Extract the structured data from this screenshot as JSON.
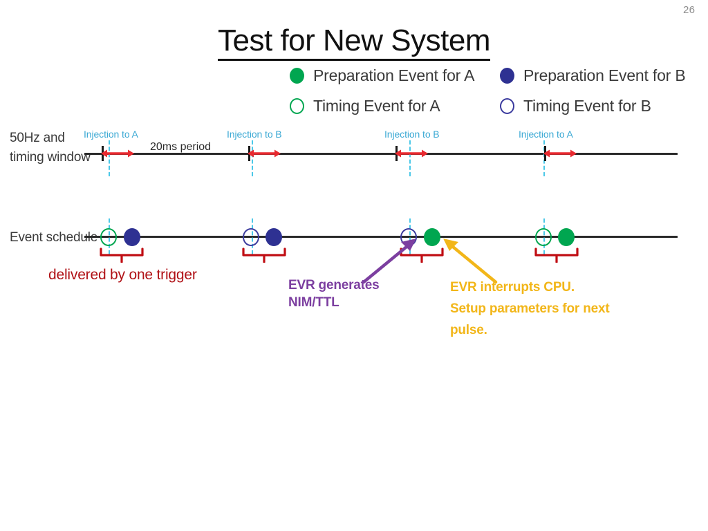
{
  "slide": {
    "number": "26",
    "title": "Test for New System"
  },
  "legend": {
    "items": [
      {
        "key": "prep-a",
        "label": "Preparation Event for A",
        "marker": "filled-circle",
        "color": "#00a650"
      },
      {
        "key": "prep-b",
        "label": "Preparation Event for B",
        "marker": "filled-circle",
        "color": "#2e3192"
      },
      {
        "key": "time-a",
        "label": "Timing Event for A",
        "marker": "open-circle",
        "color": "#00a650"
      },
      {
        "key": "time-b",
        "label": "Timing Event for B",
        "marker": "open-circle",
        "color": "#3b3b9e"
      }
    ]
  },
  "rows": {
    "top_label": "50Hz and\ntiming window",
    "top_label_line1": "50Hz and",
    "top_label_line2": "timing window",
    "bottom_label": "Event schedule"
  },
  "timeline": {
    "period_caption": "20ms period",
    "injections": [
      {
        "label": "Injection to A",
        "target": "A"
      },
      {
        "label": "Injection to B",
        "target": "B"
      },
      {
        "label": "Injection to B",
        "target": "B"
      },
      {
        "label": "Injection to A",
        "target": "A"
      }
    ]
  },
  "event_schedule": {
    "pairs": [
      {
        "timing_event": "Timing Event for A",
        "timing_color": "#00a650",
        "prep_event": "Preparation Event for B",
        "prep_color": "#2e3192"
      },
      {
        "timing_event": "Timing Event for B",
        "timing_color": "#3b3b9e",
        "prep_event": "Preparation Event for B",
        "prep_color": "#2e3192"
      },
      {
        "timing_event": "Timing Event for B",
        "timing_color": "#3b3b9e",
        "prep_event": "Preparation Event for A",
        "prep_color": "#00a650"
      },
      {
        "timing_event": "Timing Event for A",
        "timing_color": "#00a650",
        "prep_event": "Preparation Event for A",
        "prep_color": "#00a650"
      }
    ]
  },
  "annotations": {
    "trigger_note": "delivered by one trigger",
    "trigger_color": "#b01116",
    "evr_nim_line1": "EVR generates",
    "evr_nim_line2": "NIM/TTL",
    "evr_nim_color": "#7c3fa0",
    "evr_cpu_line1": "EVR interrupts CPU.",
    "evr_cpu_line2": "Setup parameters for next",
    "evr_cpu_line3": "pulse.",
    "evr_cpu_color": "#f2b619"
  },
  "colors": {
    "green": "#00a650",
    "blue": "#2e3192",
    "blue_outline": "#3b3b9e",
    "cyan": "#4bc8e8",
    "caption_cyan": "#3ba9d4",
    "red": "#e8292f",
    "dark_red": "#b01116",
    "purple": "#7c3fa0",
    "gold": "#f2b619",
    "line": "#2b2b2b"
  }
}
